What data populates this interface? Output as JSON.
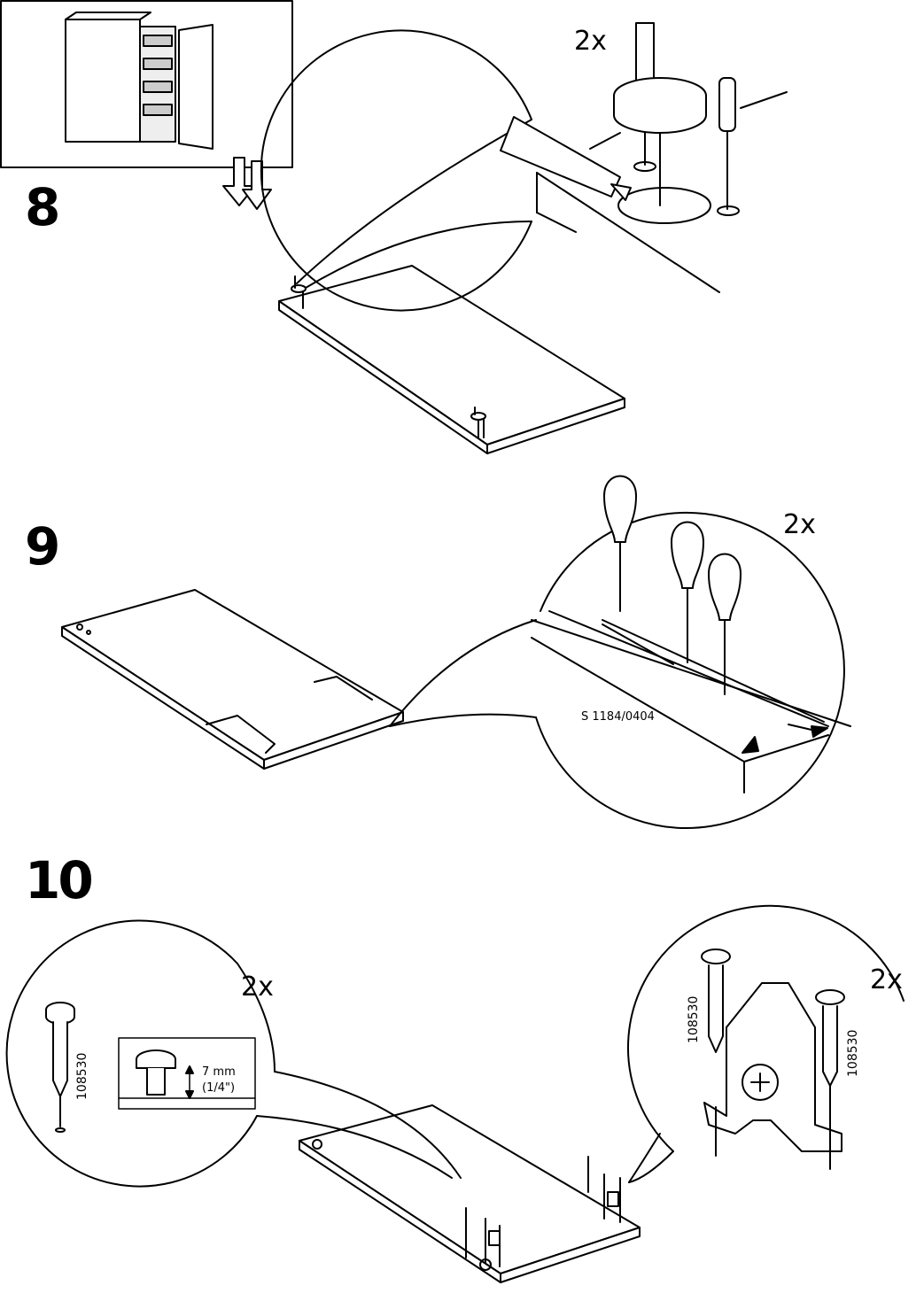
{
  "steps": {
    "step8": {
      "number": "8",
      "quantity": "2x"
    },
    "step9": {
      "number": "9",
      "quantity": "2x",
      "part_code": "S 1184/0404"
    },
    "step10": {
      "number": "10",
      "quantity_left": "2x",
      "quantity_right": "2x",
      "depth_mm": "7 mm",
      "depth_in": "(1/4\")",
      "screw_article": "108530"
    }
  }
}
